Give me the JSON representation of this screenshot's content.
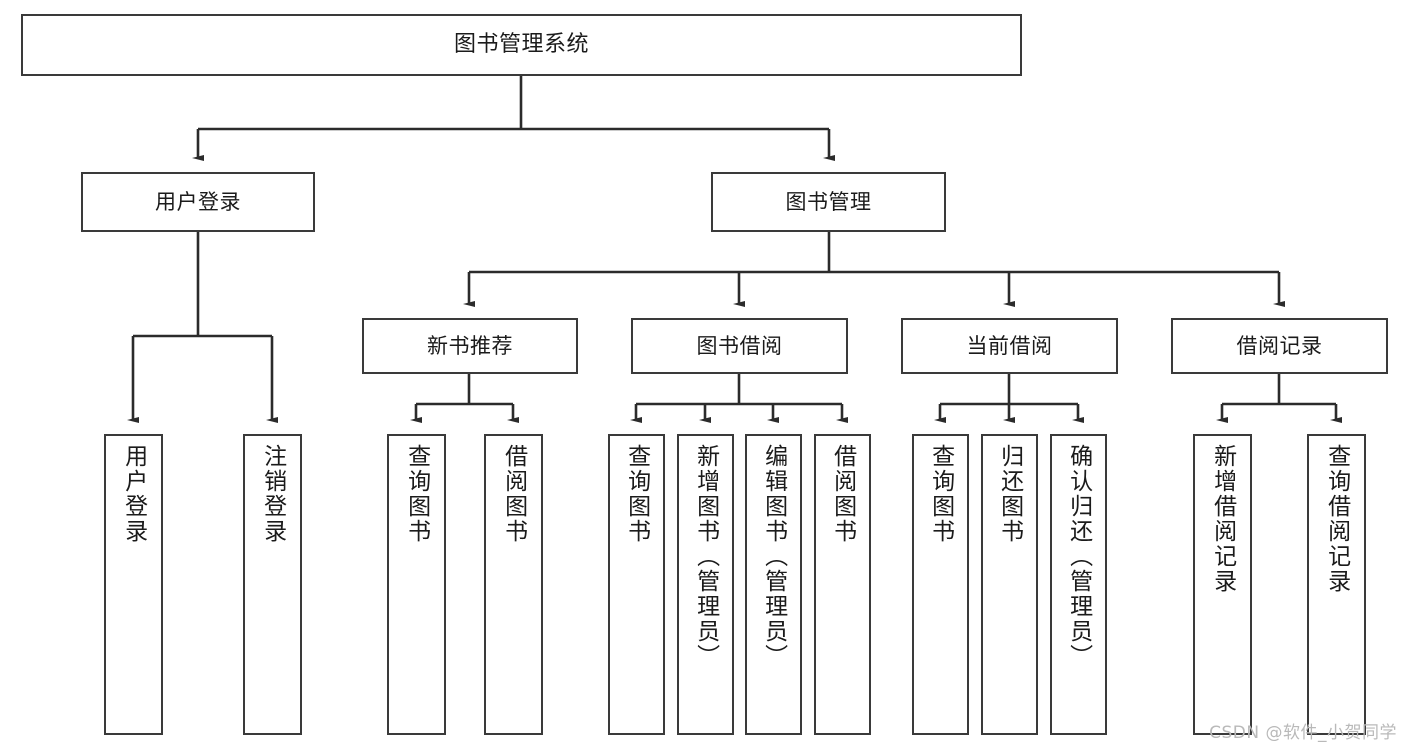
{
  "diagram": {
    "title": "图书管理系统",
    "type": "tree-hierarchy-chart",
    "orientation": "top-down",
    "colors": {
      "box_stroke": "#3a3a3a",
      "box_fill": "#ffffff",
      "connector": "#2b2b2b",
      "text": "#1b1b1b",
      "watermark": "#b9b9b9"
    },
    "root": {
      "label": "图书管理系统"
    },
    "level1": [
      {
        "id": "user-login",
        "label": "用户登录"
      },
      {
        "id": "book-management",
        "label": "图书管理"
      }
    ],
    "level2": [
      {
        "id": "new-book-recommend",
        "label": "新书推荐",
        "parent": "book-management"
      },
      {
        "id": "book-borrow",
        "label": "图书借阅",
        "parent": "book-management"
      },
      {
        "id": "current-borrow",
        "label": "当前借阅",
        "parent": "book-management"
      },
      {
        "id": "borrow-record",
        "label": "借阅记录",
        "parent": "book-management"
      }
    ],
    "leaves": {
      "user-login": [
        {
          "id": "leaf-user-login",
          "label": "用户登录"
        },
        {
          "id": "leaf-logout-login",
          "label": "注销登录"
        }
      ],
      "new-book-recommend": [
        {
          "id": "leaf-query-book-1",
          "label": "查询图书"
        },
        {
          "id": "leaf-borrow-book-1",
          "label": "借阅图书"
        }
      ],
      "book-borrow": [
        {
          "id": "leaf-query-book-2",
          "label": "查询图书"
        },
        {
          "id": "leaf-add-book-admin",
          "label": "新增图书（管理员）"
        },
        {
          "id": "leaf-edit-book-admin",
          "label": "编辑图书（管理员）"
        },
        {
          "id": "leaf-borrow-book-2",
          "label": "借阅图书"
        }
      ],
      "current-borrow": [
        {
          "id": "leaf-query-book-3",
          "label": "查询图书"
        },
        {
          "id": "leaf-return-book",
          "label": "归还图书"
        },
        {
          "id": "leaf-confirm-return-admin",
          "label": "确认归还（管理员）"
        }
      ],
      "borrow-record": [
        {
          "id": "leaf-add-borrow-record",
          "label": "新增借阅记录"
        },
        {
          "id": "leaf-query-borrow-record",
          "label": "查询借阅记录"
        }
      ]
    },
    "watermark": "CSDN @软件_小贺同学"
  }
}
